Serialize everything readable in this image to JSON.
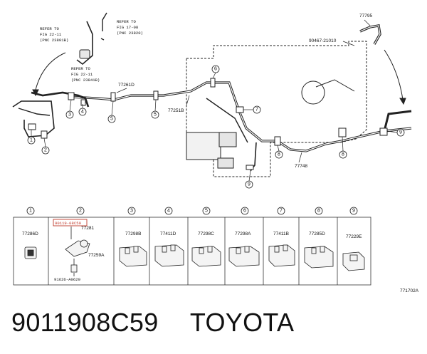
{
  "diagram": {
    "callouts": [
      "1",
      "2",
      "3",
      "4",
      "5",
      "6",
      "7",
      "8",
      "9"
    ],
    "refs": {
      "r1": [
        "REFER TO",
        "FIG 22-11",
        "(PNC 23801B)"
      ],
      "r2": [
        "REFER TO",
        "FIG 17-08",
        "(PNC 23820)"
      ],
      "r3": [
        "REFER TO",
        "FIG 22-11",
        "(PNC 23841B)"
      ]
    },
    "labels": {
      "l77261d": "77261D",
      "l77251b": "77251B",
      "l77748": "77748",
      "l77795": "77795",
      "l90467": "90467-21010"
    },
    "table": {
      "headers": [
        "1",
        "2",
        "3",
        "4",
        "5",
        "6",
        "7",
        "8",
        "9"
      ],
      "parts": {
        "c1": "77286D",
        "c2_highlight": "90119-08C59",
        "c2_a": "77281",
        "c2_b": "77259A",
        "c2_c": "91626-A0620",
        "c3": "77298B",
        "c4": "77411D",
        "c5": "77298C",
        "c6": "77298A",
        "c7": "77411B",
        "c8": "77285D",
        "c9": "77229E"
      }
    },
    "figure_code": "771702A"
  },
  "footer": {
    "part_number": "9011908C59",
    "brand": "TOYOTA"
  }
}
